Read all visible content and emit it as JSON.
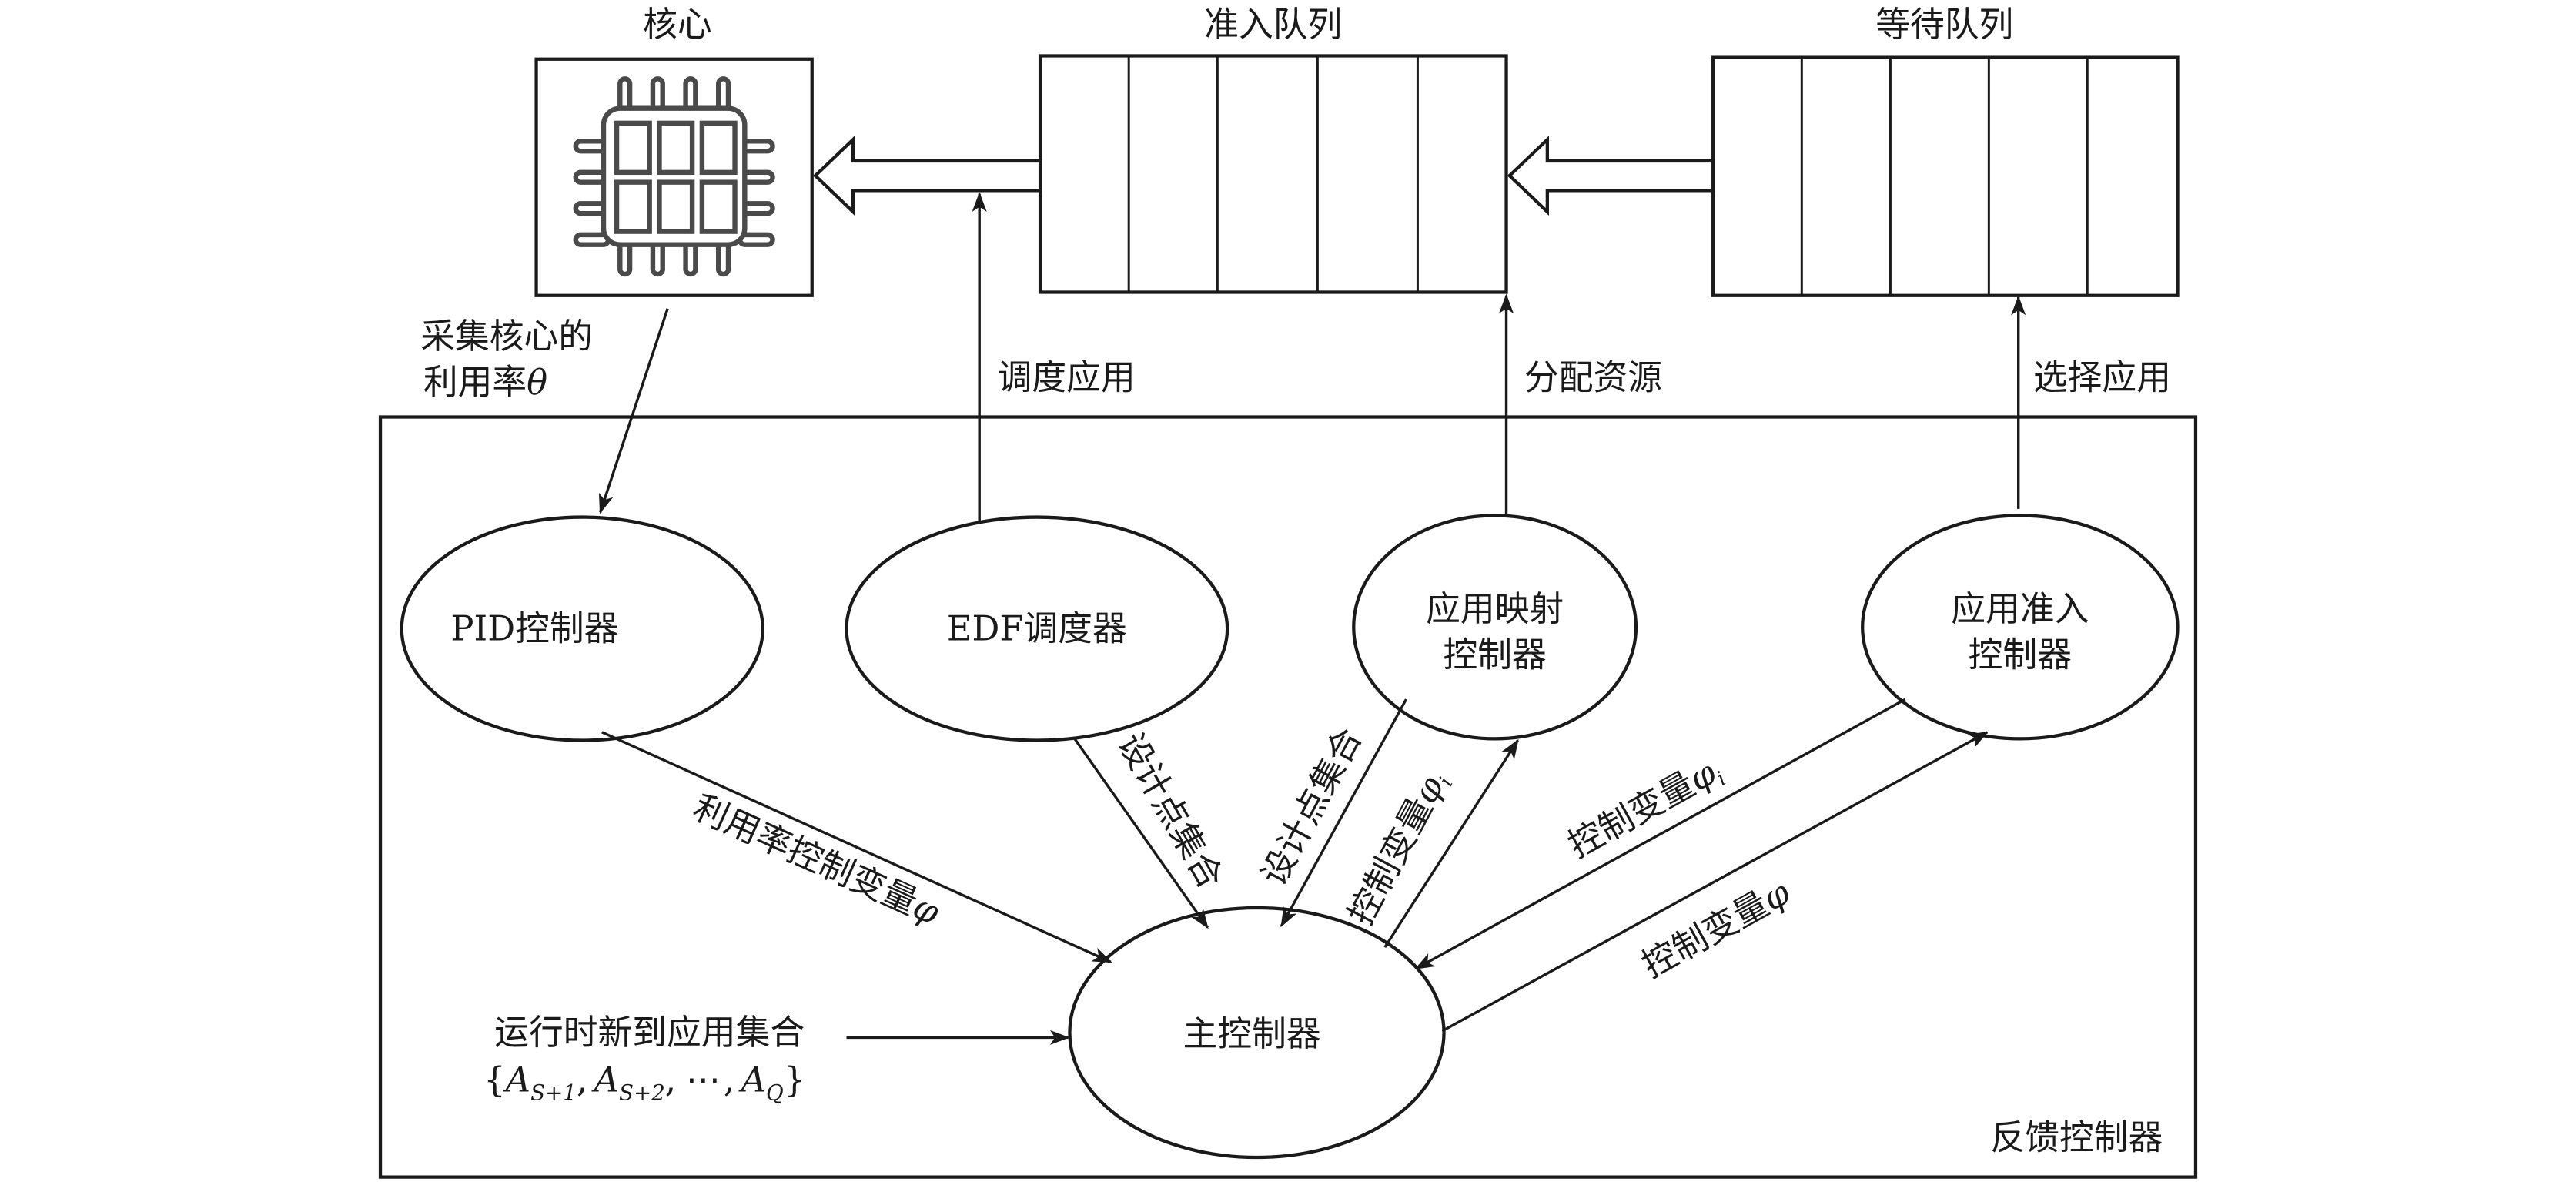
{
  "diagram": {
    "top": {
      "core_label": "核心",
      "admission_queue_label": "准入队列",
      "waiting_queue_label": "等待队列",
      "queue_slots": 5
    },
    "edge_labels": {
      "collect_util_line1": "采集核心的",
      "collect_util_line2": "利用率",
      "collect_util_symbol": "θ",
      "schedule_app": "调度应用",
      "allocate_resources": "分配资源",
      "select_app": "选择应用",
      "util_control_var": "利用率控制变量",
      "util_control_symbol": "φ",
      "design_point_set_1": "设计点集合",
      "design_point_set_2": "设计点集合",
      "control_var_mapping": "控制变量",
      "control_var_mapping_symbol": "φ",
      "control_var_mapping_sub": "i",
      "control_var_admission_up": "控制变量",
      "control_var_admission_up_symbol": "φ",
      "control_var_admission_up_sub": "i",
      "control_var_admission_down": "控制变量",
      "control_var_admission_down_symbol": "φ"
    },
    "nodes": {
      "pid": "PID控制器",
      "edf": "EDF调度器",
      "mapping_line1": "应用映射",
      "mapping_line2": "控制器",
      "admission_line1": "应用准入",
      "admission_line2": "控制器",
      "main": "主控制器"
    },
    "input": {
      "line1": "运行时新到应用集合",
      "set_open": "{",
      "a1": "A",
      "a1_sub": "S+1",
      "comma1": ",",
      "a2": "A",
      "a2_sub": "S+2",
      "comma2": ",",
      "ellipsis": "⋯",
      "comma3": ",",
      "aq": "A",
      "aq_sub": "Q",
      "set_close": "}"
    },
    "feedback_box_label": "反馈控制器"
  }
}
